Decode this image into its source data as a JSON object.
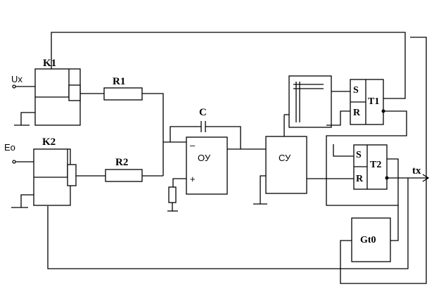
{
  "inputs": {
    "ux": "Ux",
    "eo": "Eo"
  },
  "switches": {
    "k1": "K1",
    "k2": "K2"
  },
  "resistors": {
    "r1": "R1",
    "r2": "R2"
  },
  "capacitor": "C",
  "opamp": {
    "label": "ОУ",
    "minus": "–",
    "plus": "+"
  },
  "comparator": "СУ",
  "triggers": {
    "t1": {
      "name": "T1",
      "s": "S",
      "r": "R"
    },
    "t2": {
      "name": "T2",
      "s": "S",
      "r": "R"
    }
  },
  "generator": "Gt0",
  "output": "tx"
}
